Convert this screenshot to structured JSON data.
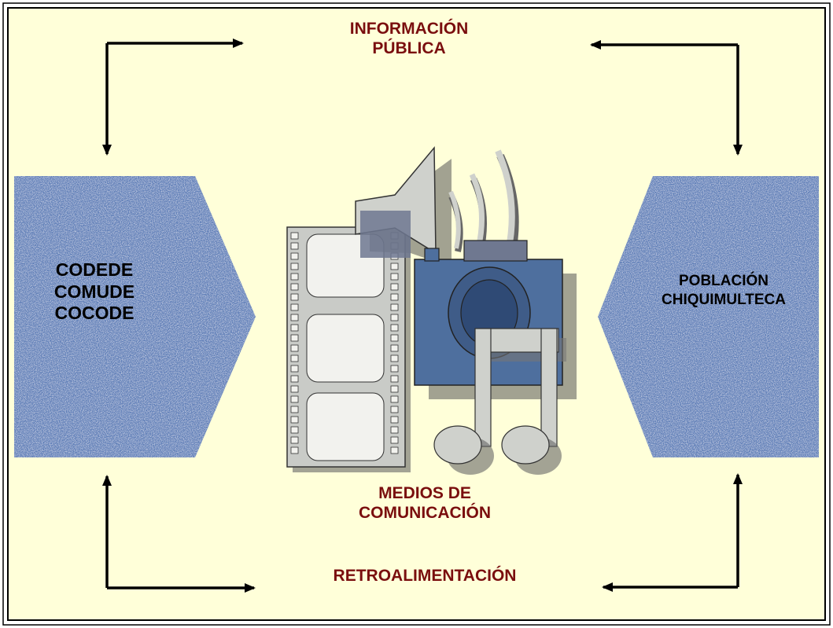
{
  "colors": {
    "background": "#FFFFD9",
    "border": "#000000",
    "hexagon": "#5E7FB8",
    "heading_text": "#7A0E0E",
    "arrow": "#000000"
  },
  "labels": {
    "top": [
      "INFORMACIÓN",
      "PÚBLICA"
    ],
    "media": [
      "MEDIOS DE",
      "COMUNICACIÓN"
    ],
    "feedback": "RETROALIMENTACIÓN"
  },
  "left_box": {
    "lines": [
      "CODEDE",
      "COMUDE",
      "COCODE"
    ]
  },
  "right_box": {
    "lines": [
      "POBLACIÓN",
      "CHIQUIMULTECA"
    ]
  },
  "media_clipart": {
    "icons": [
      "film-strip-icon",
      "megaphone-icon",
      "camera-icon",
      "music-note-icon"
    ]
  }
}
